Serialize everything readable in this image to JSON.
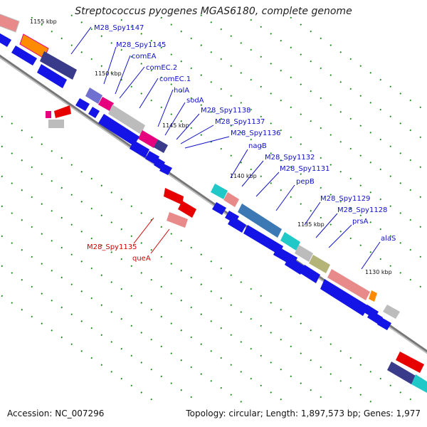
{
  "title": "Streptococcus pyogenes MGAS6180, complete genome",
  "accession": "Accession: NC_007296",
  "summary": "Topology: circular; Length: 1,897,573 bp; Genes: 1,977",
  "colors": {
    "backbone": "#8a8a8a",
    "tick": "#1a8a1a",
    "forward_label": "#1010c8",
    "reverse_label": "#d00000",
    "cds": "#1414e6",
    "rna_red": "#e60000",
    "pink_light": "#e88a8a",
    "magenta": "#e6007e",
    "gray_light": "#bcbcbc",
    "navy": "#3a3a8a",
    "orange": "#ff8c00",
    "cyan": "#20c8c8",
    "steel": "#3c78b4",
    "olive": "#b4b478",
    "violet": "#7070d0"
  },
  "kbp_marks": [
    "1155 kbp",
    "1150 kbp",
    "1145 kbp",
    "1140 kbp",
    "1135 kbp",
    "1130 kbp"
  ],
  "forward_labels": [
    "M28_Spy1147",
    "M28_Spy1145",
    "comEA",
    "comEC.2",
    "comEC.1",
    "holA",
    "sodA",
    "M28_Spy1138",
    "M28_Spy1137",
    "M28_Spy1136",
    "nagB",
    "M28_Spy1132",
    "M28_Spy1131",
    "pepB",
    "M28_Spy1129",
    "M28_Spy1128",
    "prsA",
    "alaS"
  ],
  "reverse_labels": [
    "M28_Spy1135",
    "queA"
  ]
}
